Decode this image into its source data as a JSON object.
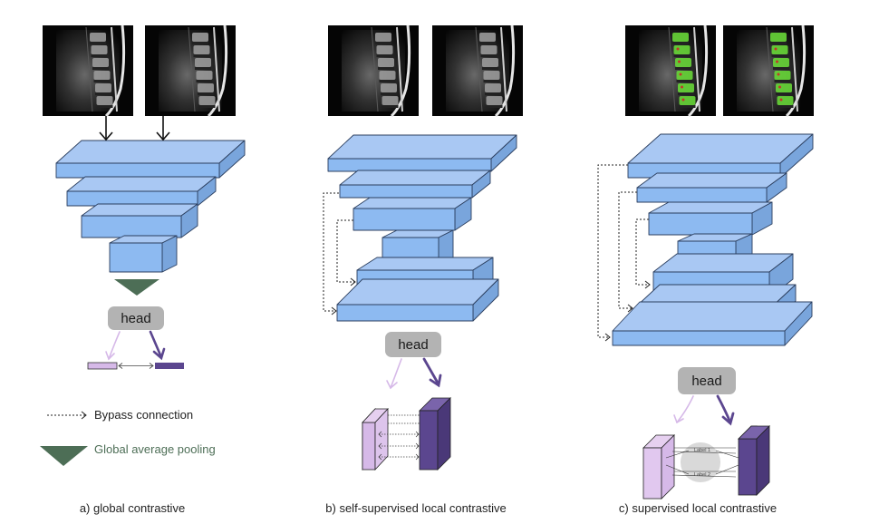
{
  "panels": [
    {
      "caption": "a) global contrastive",
      "head_label": "head"
    },
    {
      "caption": "b) self-supervised local contrastive",
      "head_label": "head"
    },
    {
      "caption": "c) supervised local contrastive",
      "head_label": "head",
      "label_1": "Label 1",
      "label_2": "Label 2"
    }
  ],
  "legend": {
    "bypass": "Bypass connection",
    "gap": "Global average pooling"
  },
  "colors": {
    "block_top": "#a9c8f3",
    "block_front": "#8dbaf1",
    "block_side": "#79a5dc",
    "block_edge": "#2c3f5f",
    "head_box": "#b3b3b3",
    "gap_triangle": "#4d6e56",
    "gap_text": "#4d6e56",
    "light_purple": "#d6b9e8",
    "dark_purple": "#5b468f",
    "segment_green": "#67d637"
  }
}
